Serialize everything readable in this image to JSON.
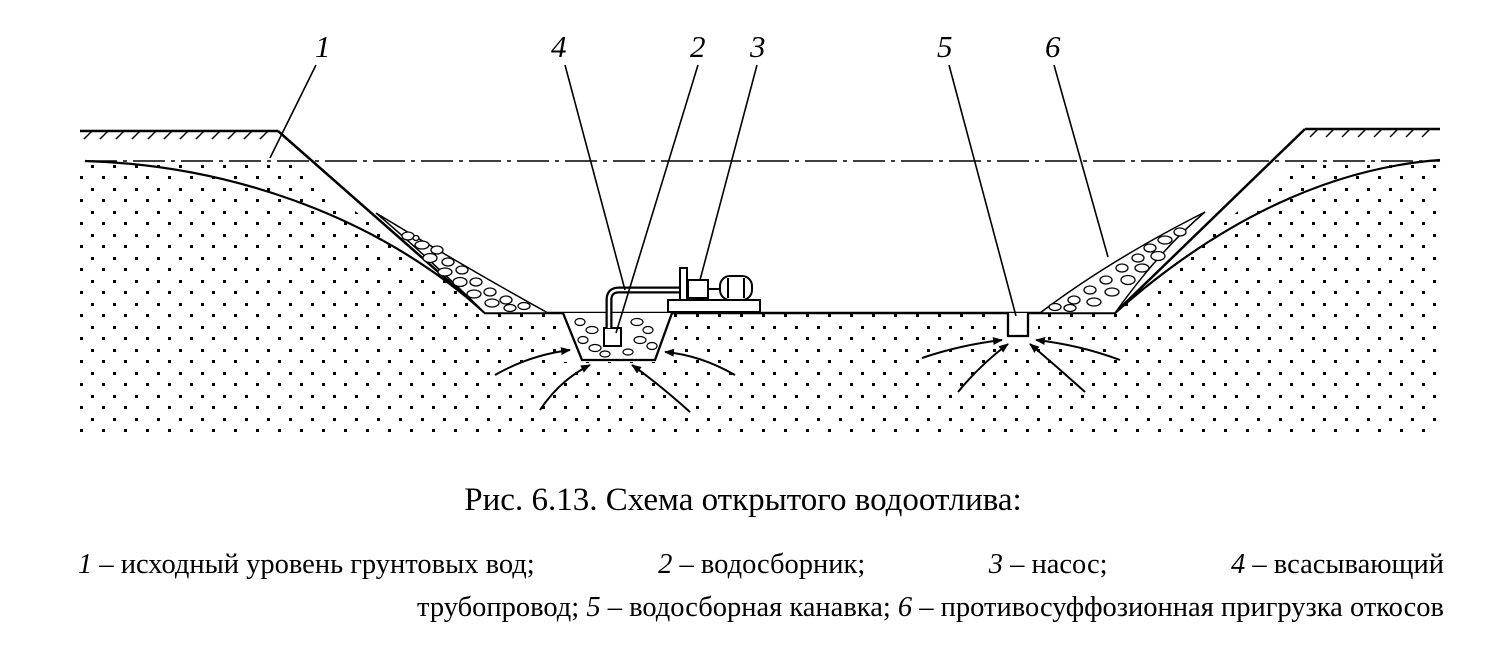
{
  "labels": {
    "n1": "1",
    "n2": "2",
    "n3": "3",
    "n4": "4",
    "n5": "5",
    "n6": "6"
  },
  "caption": "Рис. 6.13. Схема открытого водоотлива:",
  "legend": {
    "item1_num": "1",
    "item1_text": "– исходный уровень грунтовых вод;",
    "item2_num": "2",
    "item2_text": "– водосборник;",
    "item3_num": "3",
    "item3_text": "– насос;",
    "item4_num": "4",
    "item4_text_a": "– всасывающий",
    "item4_text_b": "трубопровод;",
    "item5_num": "5",
    "item5_text": "– водосборная канавка;",
    "item6_num": "6",
    "item6_text": "– противосуффозионная пригрузка откосов"
  },
  "colors": {
    "ink": "#000000",
    "paper": "#ffffff"
  }
}
